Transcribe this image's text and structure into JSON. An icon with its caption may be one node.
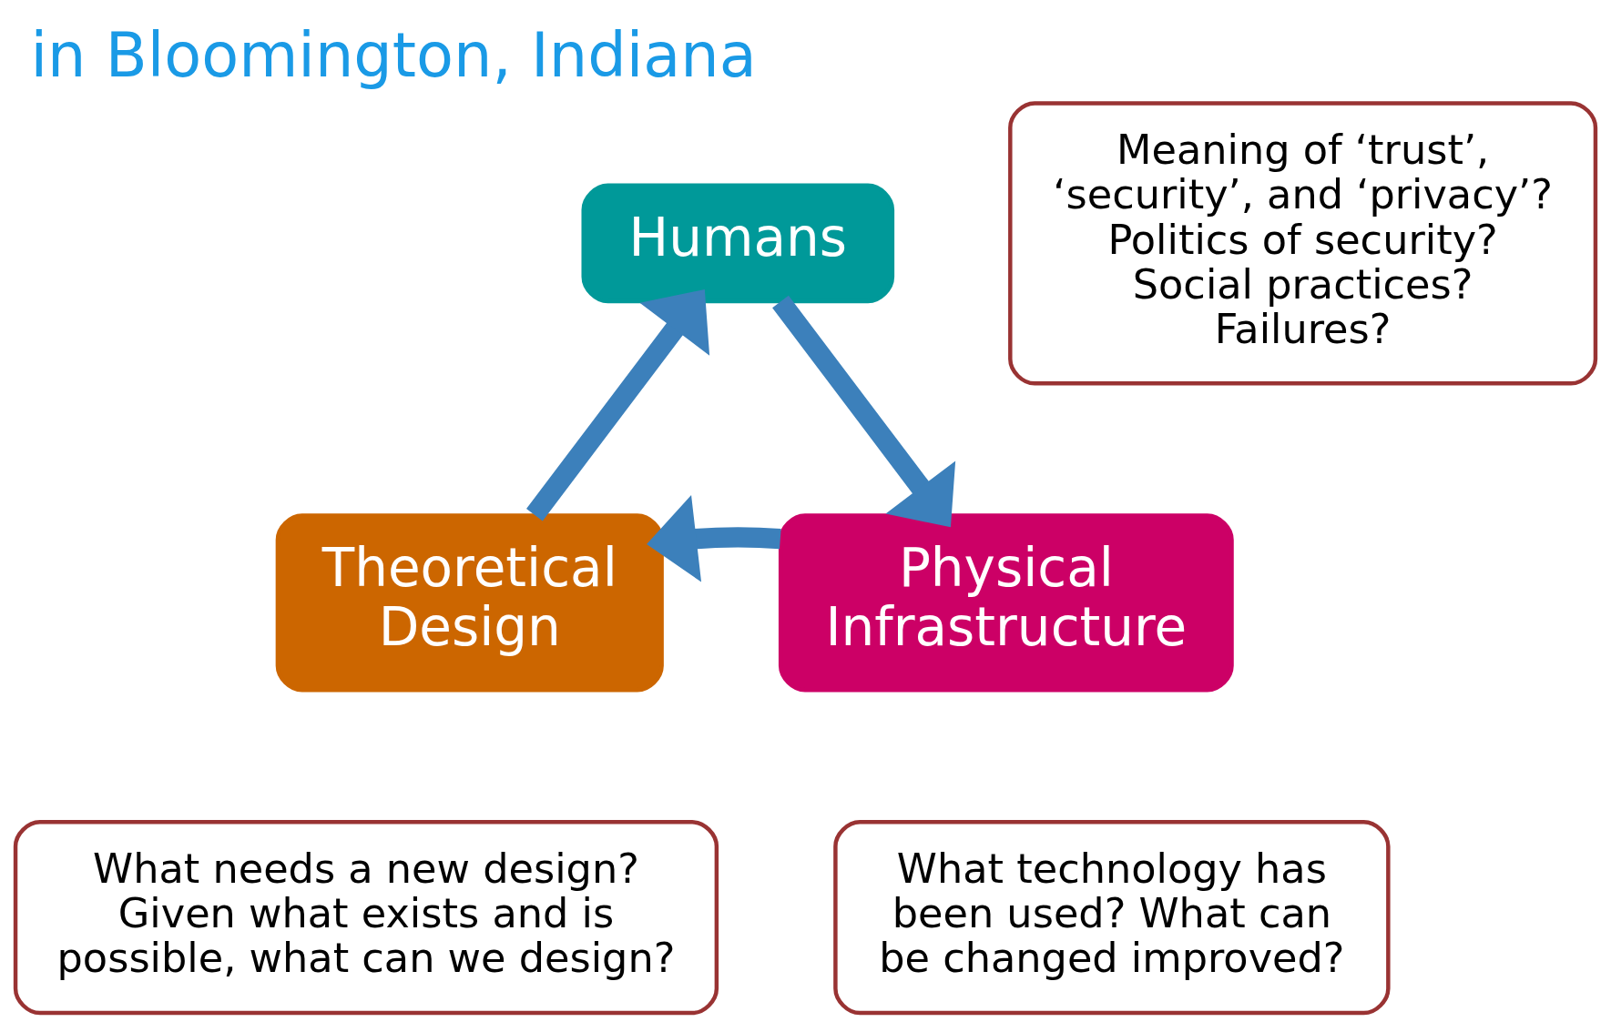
{
  "diagram": {
    "title": "in Bloomington, Indiana",
    "nodes": [
      {
        "text": [
          "Humans"
        ]
      },
      {
        "text": [
          "Theoretical Design"
        ]
      },
      {
        "text": [
          "Physical Infrastructure"
        ]
      },
      {
        "text": [
          "Meaning of ‘trust’, ‘security’, and ‘privacy’? Politics of security? Social practices? Failures?"
        ]
      },
      {
        "text": [
          "What needs a new design? Given what exists and is possible, what can we design?"
        ]
      },
      {
        "text": [
          "What technology has been used? What can be changed improved?"
        ]
      }
    ],
    "edges": [
      {
        "from": 0,
        "to": 2,
        "arrow": "to"
      },
      {
        "from": 2,
        "to": 1,
        "arrow": "to"
      },
      {
        "from": 1,
        "to": 0,
        "arrow": "to"
      }
    ]
  }
}
